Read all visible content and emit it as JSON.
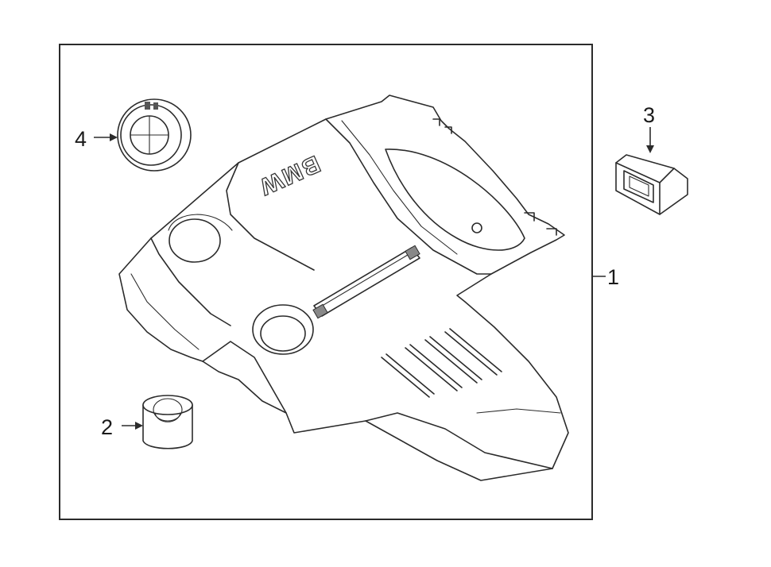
{
  "callouts": {
    "part1": "1",
    "part2": "2",
    "part3": "3",
    "part4": "4"
  },
  "cover_logo_text": "BMW",
  "colors": {
    "line": "#2b2b2b",
    "background": "#ffffff"
  }
}
